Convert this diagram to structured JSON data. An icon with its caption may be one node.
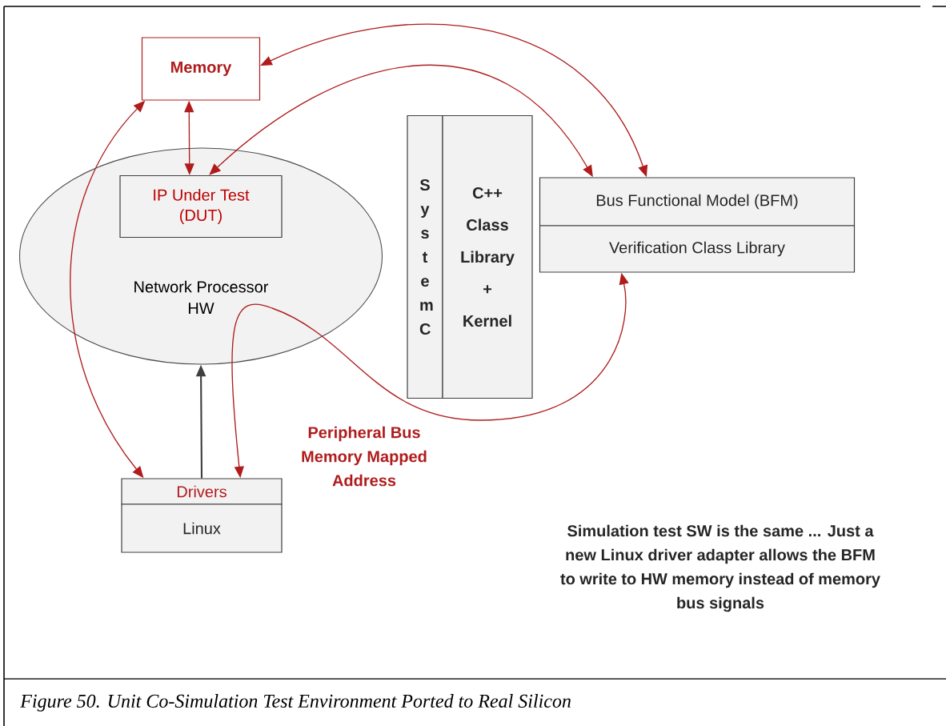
{
  "diagram": {
    "caption": "Figure 50. Unit Co-Simulation Test Environment Ported to Real Silicon",
    "nodes": [
      {
        "text": [
          "Memory"
        ]
      },
      {
        "text": [
          "Network Processor HW"
        ]
      },
      {
        "text": [
          "IP Under Test (DUT)"
        ],
        "in": 1
      },
      {
        "text": [
          "S y s t e m C"
        ]
      },
      {
        "text": [
          "C++ Class Library + Kernel"
        ]
      },
      {
        "text": [
          "Bus Functional Model (BFM)"
        ]
      },
      {
        "text": [
          "Verification Class Library"
        ]
      },
      {
        "text": [
          "Drivers"
        ]
      },
      {
        "text": [
          "Linux"
        ]
      }
    ],
    "edges": [
      {
        "from": 0,
        "to": 5,
        "arrow": "both"
      },
      {
        "from": 2,
        "to": 5,
        "arrow": "both"
      },
      {
        "from": 0,
        "to": 2,
        "arrow": "both"
      },
      {
        "from": 0,
        "to": 7,
        "arrow": "both"
      },
      {
        "from": 7,
        "to": 6,
        "arrow": "both"
      },
      {
        "from": 7,
        "to": 1,
        "arrow": "to",
        "color": "#404040"
      }
    ],
    "labels": [
      "Peripheral Bus Memory Mapped Address",
      "Simulation test SW is the same ... Just a new Linux driver adapter allows the BFM to write to HW memory instead of memory bus signals"
    ]
  }
}
